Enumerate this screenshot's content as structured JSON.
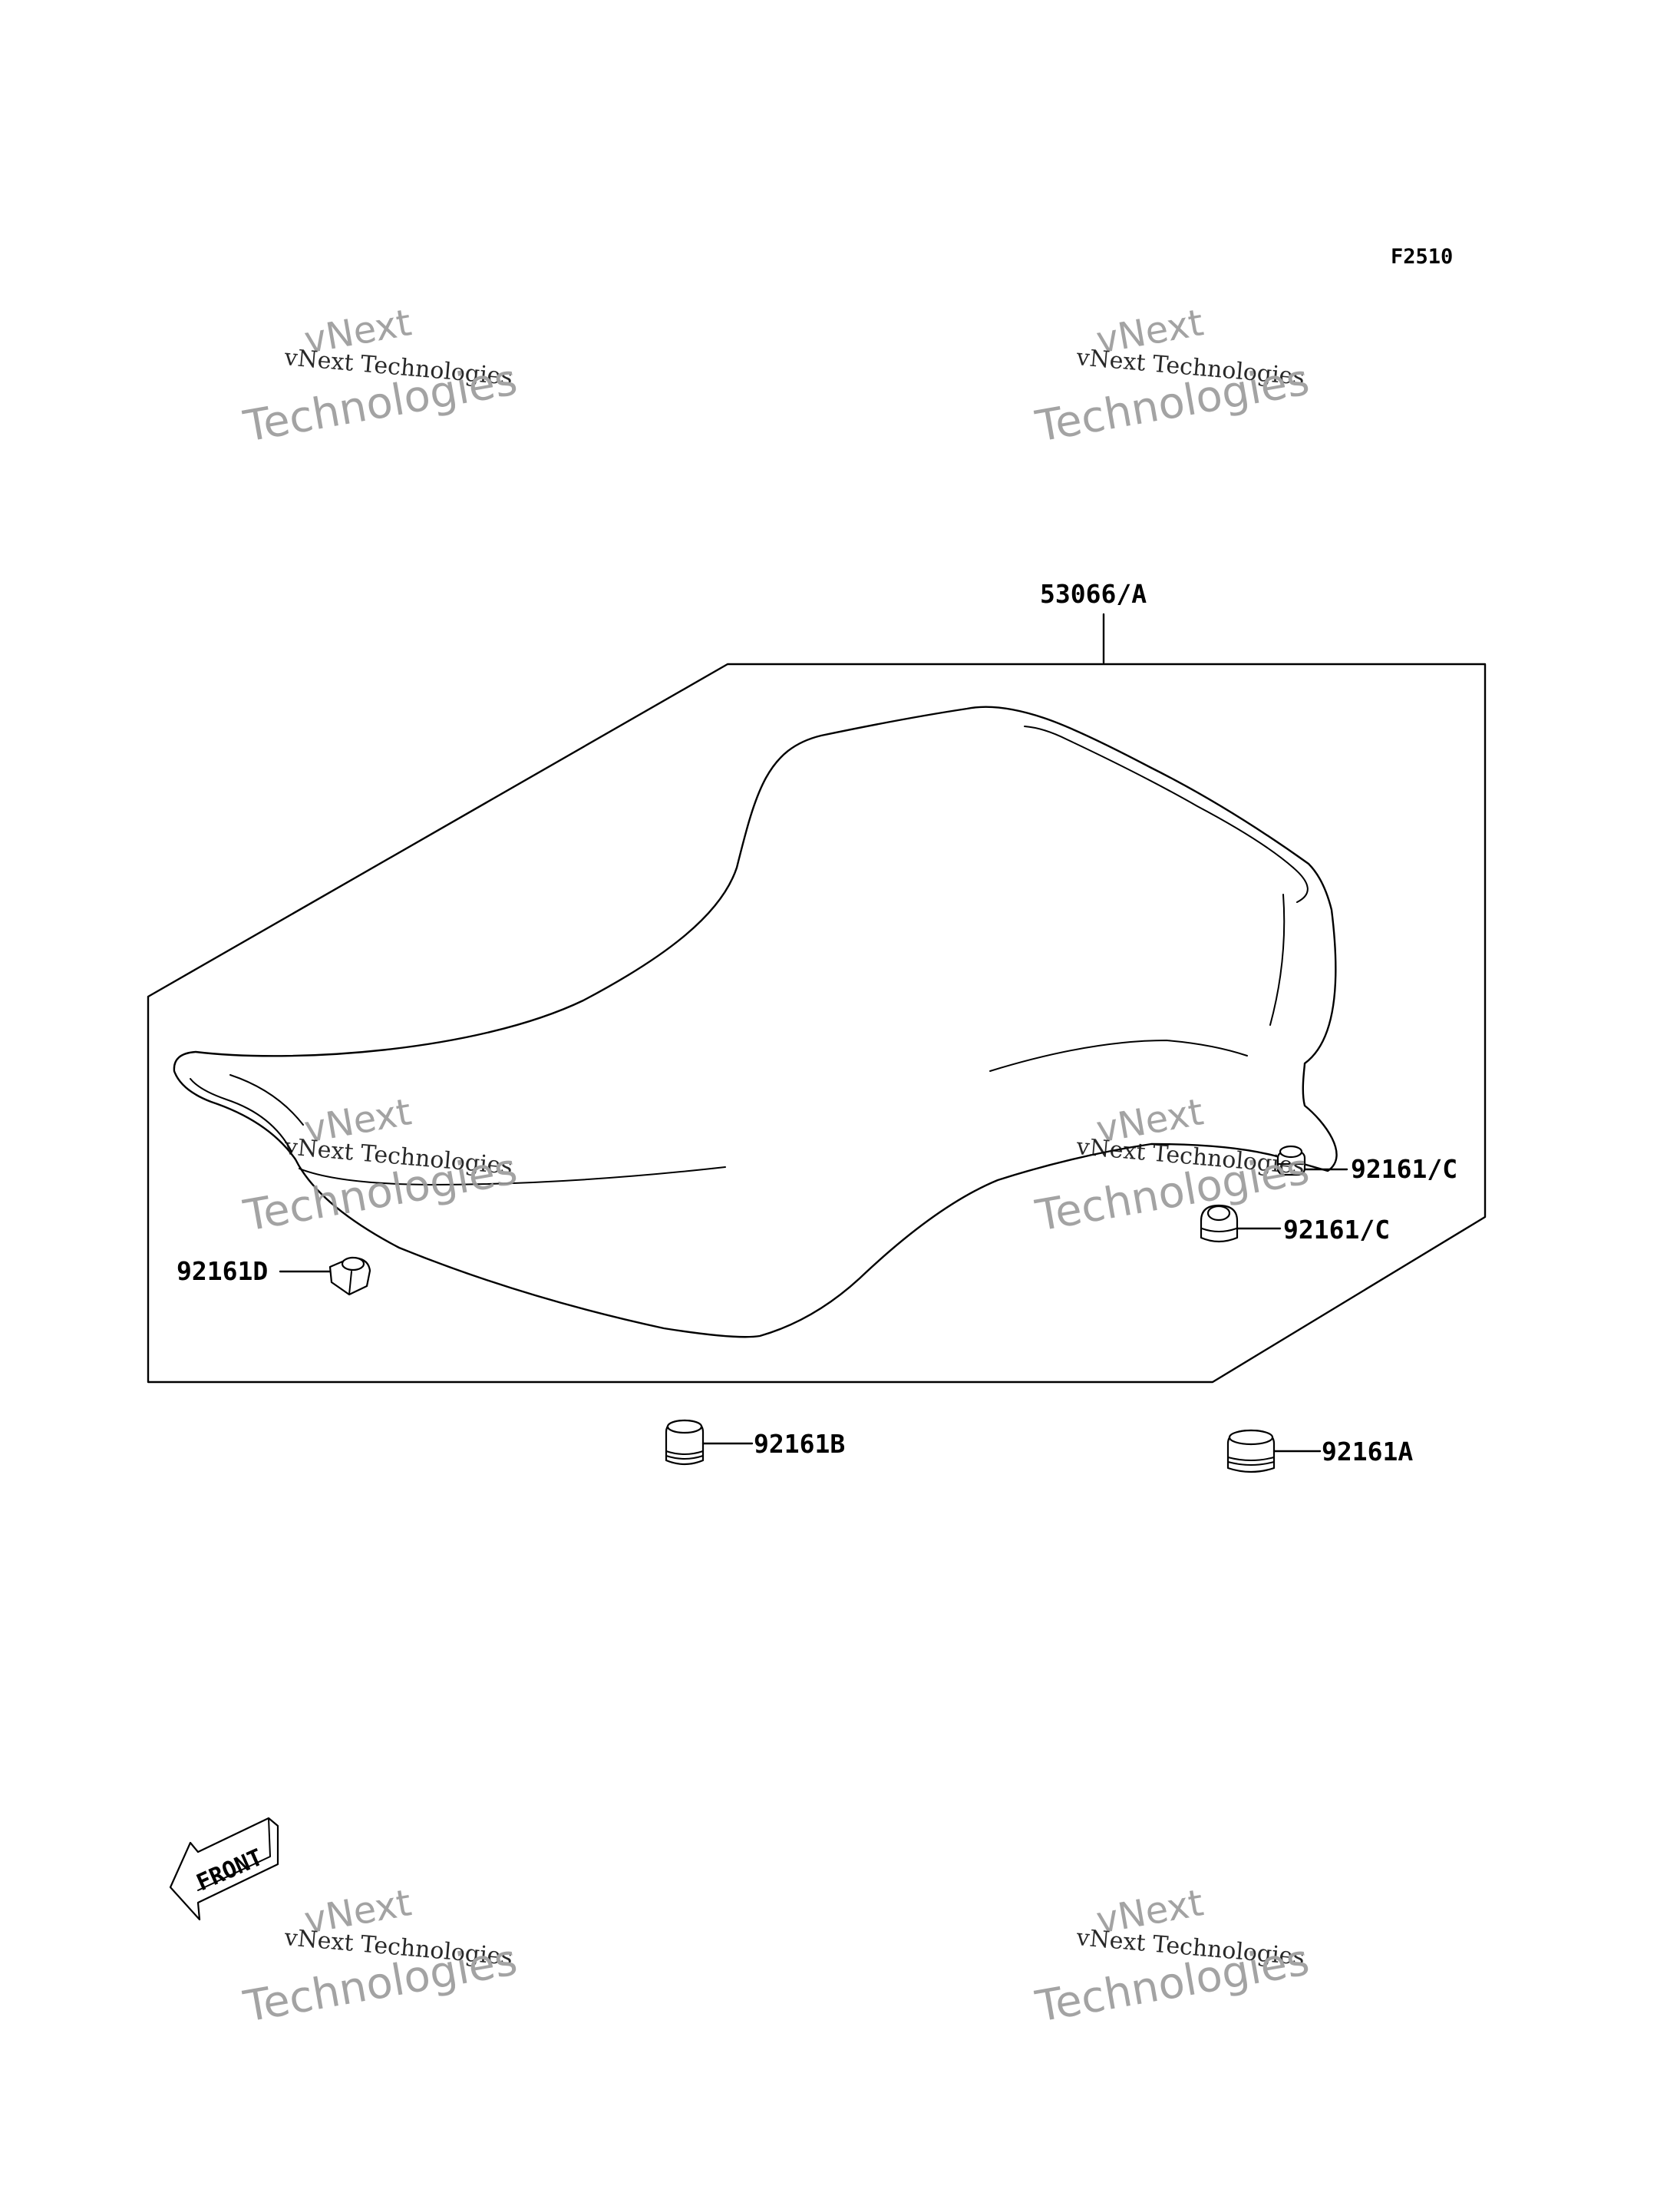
{
  "figure_code": "F2510",
  "parts": {
    "seat": "53066/A",
    "damper_c_upper": "92161/C",
    "damper_c_lower": "92161/C",
    "damper_d": "92161D",
    "damper_b": "92161B",
    "damper_a": "92161A"
  },
  "front_arrow_label": "FRONT",
  "watermark": {
    "line1": "vNext",
    "line2": "vNext Technologies",
    "line3": "Technologies"
  }
}
